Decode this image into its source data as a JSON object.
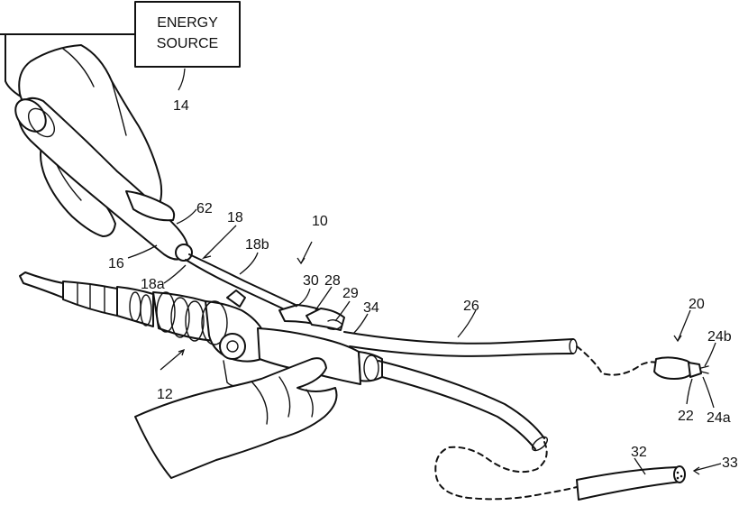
{
  "energy_box": {
    "line1": "ENERGY",
    "line2": "SOURCE"
  },
  "refs": {
    "r10": "10",
    "r12": "12",
    "r14": "14",
    "r16": "16",
    "r18": "18",
    "r18a": "18a",
    "r18b": "18b",
    "r20": "20",
    "r22": "22",
    "r24a": "24a",
    "r24b": "24b",
    "r26": "26",
    "r28": "28",
    "r29": "29",
    "r30": "30",
    "r32": "32",
    "r33": "33",
    "r34": "34",
    "r62": "62"
  }
}
